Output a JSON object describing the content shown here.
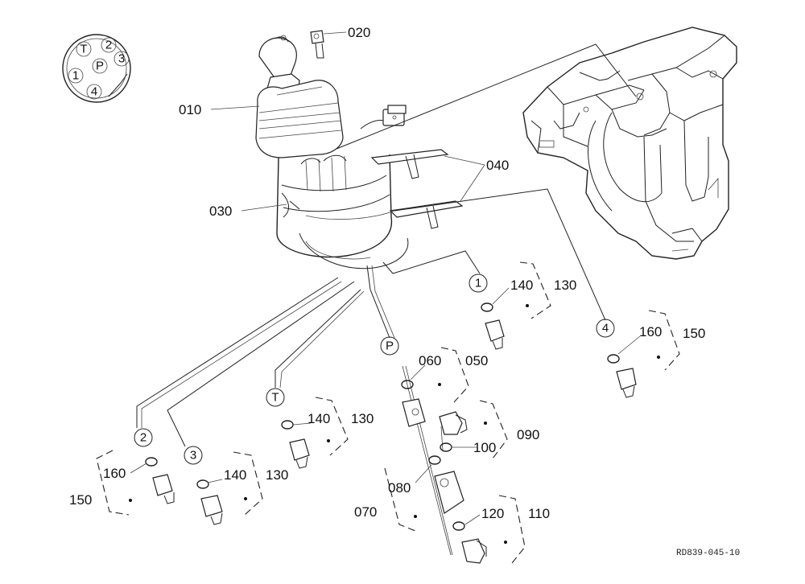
{
  "diagram": {
    "reference_code": "RD839-045-10",
    "port_key": [
      "T",
      "2",
      "3",
      "P",
      "1",
      "4"
    ],
    "part_numbers": [
      "010",
      "020",
      "030",
      "040",
      "050",
      "060",
      "070",
      "080",
      "090",
      "100",
      "110",
      "120",
      "130",
      "140",
      "150",
      "160"
    ],
    "port_markers": [
      "1",
      "2",
      "3",
      "4",
      "P",
      "T"
    ]
  }
}
